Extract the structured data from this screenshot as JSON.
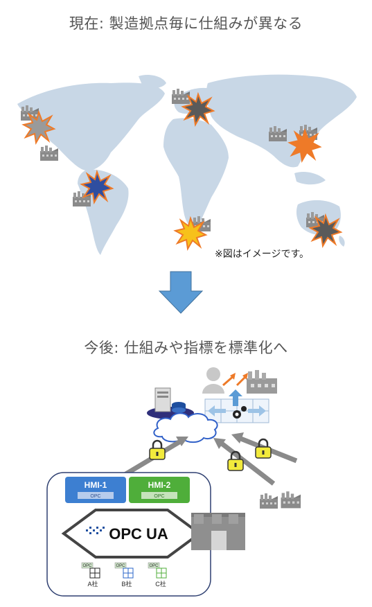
{
  "header": {
    "title": "現在: 製造拠点毎に仕組みが異なる"
  },
  "map": {
    "note": "※図はイメージです。"
  },
  "future": {
    "title": "今後: 仕組みや指標を標準化へ"
  },
  "hmi": {
    "hmi1": "HMI-1",
    "hmi2": "HMI-2",
    "opc_tag": "OPC"
  },
  "opcua": {
    "logo_text": "OPC UA"
  },
  "vendors": [
    {
      "tag": "OPC",
      "label": "A社"
    },
    {
      "tag": "OPC",
      "label": "B社"
    },
    {
      "tag": "OPC",
      "label": "C社"
    }
  ],
  "colors": {
    "map": "#c8d7e6",
    "arrow": "#5b9bd5",
    "hmi1": "#3d7fd1",
    "hmi2": "#4fae3a",
    "burst_orange": "#ee7a28",
    "burst_gray": "#5a5a5a",
    "burst_blue": "#2f4ea0",
    "burst_yellow": "#f7c11a",
    "lock": "#f2ea3c"
  }
}
